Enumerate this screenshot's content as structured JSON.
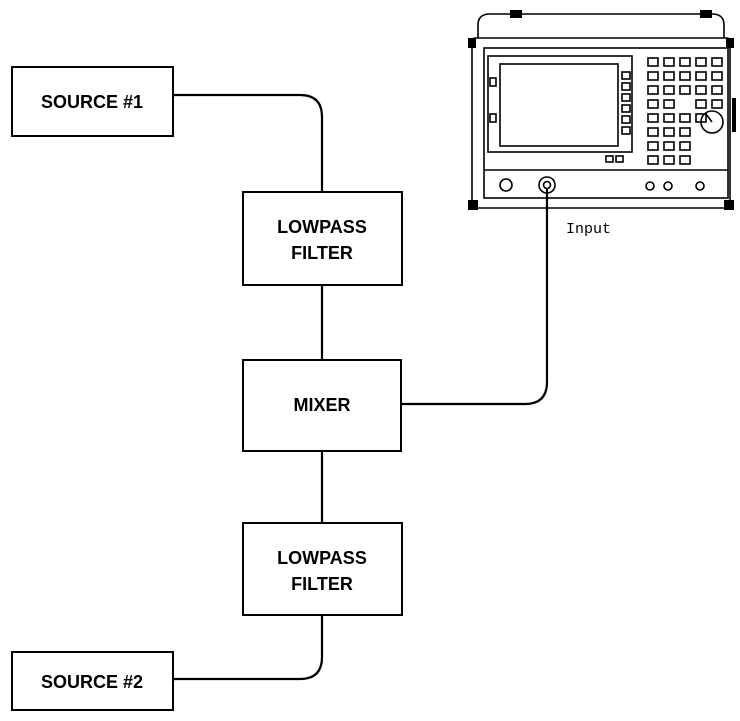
{
  "blocks": {
    "source1": "SOURCE #1",
    "lpf_top_line1": "LOWPASS",
    "lpf_top_line2": "FILTER",
    "mixer": "MIXER",
    "lpf_bottom_line1": "LOWPASS",
    "lpf_bottom_line2": "FILTER",
    "source2": "SOURCE #2"
  },
  "analyzer": {
    "input_label": "Input",
    "icon": "spectrum-analyzer-icon"
  }
}
